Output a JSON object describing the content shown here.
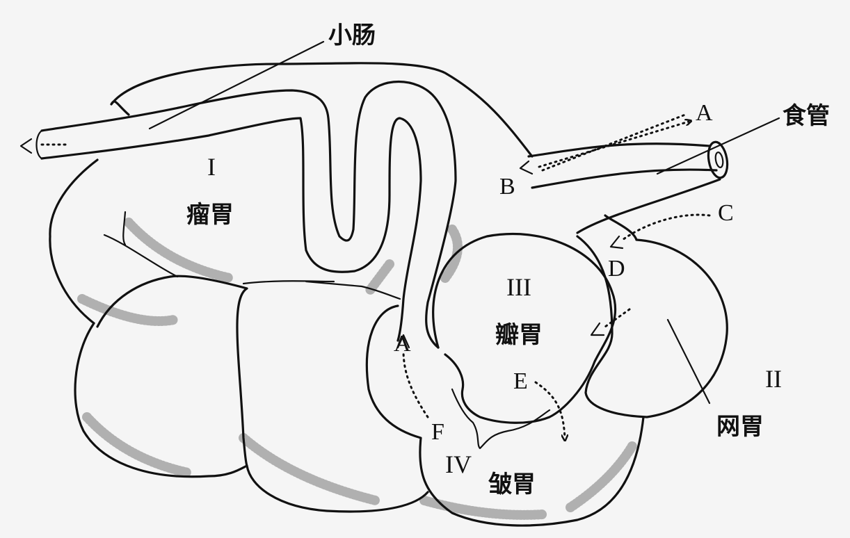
{
  "labels": {
    "small_intestine": "小肠",
    "esophagus": "食管",
    "rumen_numeral": "I",
    "rumen": "瘤胃",
    "omasum_numeral": "III",
    "omasum": "瓣胃",
    "reticulum_numeral": "II",
    "reticulum": "网胃",
    "abomasum_numeral": "IV",
    "abomasum": "皱胃"
  },
  "flow_points": {
    "a_top": "A",
    "b": "B",
    "c": "C",
    "d": "D",
    "e": "E",
    "f": "F",
    "a_lower": "A"
  }
}
